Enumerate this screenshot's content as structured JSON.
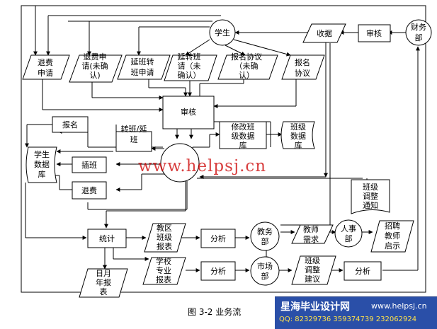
{
  "nodes": {
    "student": "学生",
    "finance": "财务部",
    "audit_top": "审核",
    "collect_fee": "收据",
    "refund_request": "退费申请",
    "refund_request_pending": "退费申请(未确认)",
    "transfer_request": "延班转班申请",
    "transfer_request_pending": "延转班请(未确认)",
    "enroll_agreement_pending": "报名协议(未确认)",
    "enroll_agreement": "报名协议",
    "audit_mid": "审核",
    "enroll": "报名",
    "transfer_delay": "转班/延班",
    "modify_class_db": "修改班级数据库",
    "class_db": "班级数据库",
    "student_db": "学生数据库",
    "insert_class": "插班",
    "refund": "退费",
    "class_adjust_notice": "班级调整通知",
    "statistics": "统计",
    "district_class_report": "教区班级报表",
    "analysis_1": "分析",
    "academic_affairs": "教务部",
    "teacher_demand": "教师需求",
    "hr": "人事部",
    "recruit_notice": "招聘教师启示",
    "daily_report": "日月年报表",
    "school_major_report": "学校专业报表",
    "analysis_2": "分析",
    "marketing": "市场部",
    "class_adjust_advice": "班级调整建议",
    "analysis_3": "分析"
  },
  "watermark": "www.helpsj.cn",
  "caption": "图 3-2   业务流",
  "banner": {
    "title": "星海毕业设计网",
    "url": "www.helpsj.cn",
    "qq": "QQ: 82329736  359374739  232062924"
  }
}
